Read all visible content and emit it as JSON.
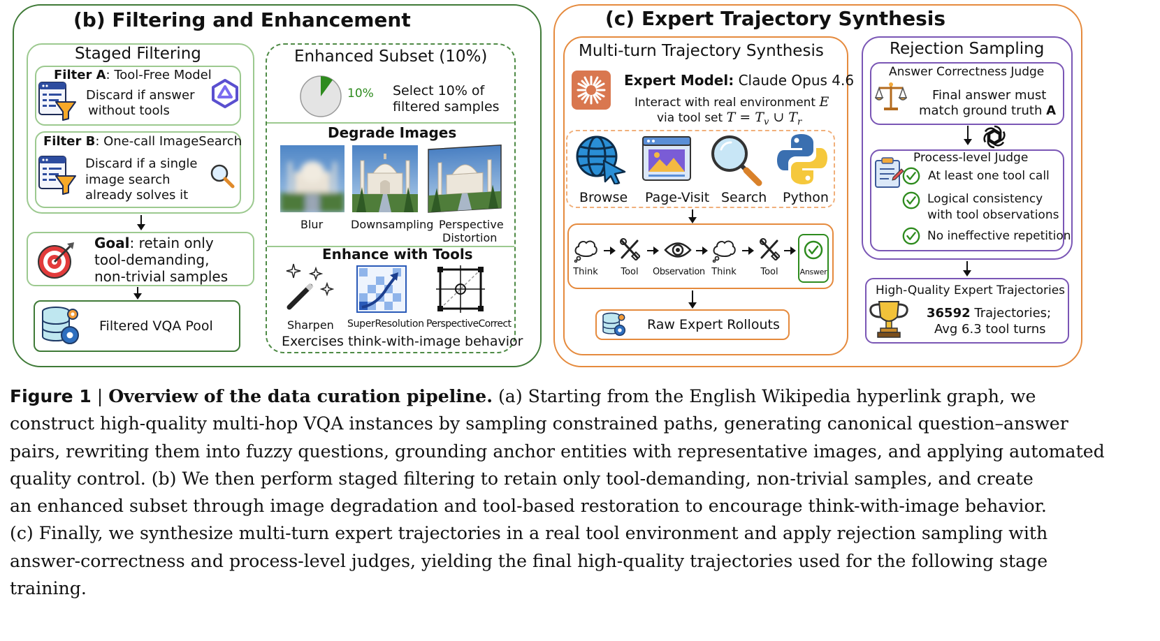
{
  "panel_b": {
    "title": "(b) Filtering and Enhancement",
    "staged": {
      "title": "Staged Filtering",
      "filter_a": {
        "label": "Filter A",
        "text": ": Tool-Free Model",
        "line1": "Discard if answer",
        "line2": "without tools"
      },
      "filter_b": {
        "label": "Filter B",
        "text": ": One-call ImageSearch",
        "line1": "Discard if a single",
        "line2": "image search",
        "line3": "already solves it"
      },
      "goal": {
        "label": "Goal",
        "text": ": retain only",
        "line2": "tool-demanding,",
        "line3": "non-trivial samples"
      },
      "pool": "Filtered VQA Pool"
    },
    "enhanced": {
      "title": "Enhanced Subset (10%)",
      "pie_label": "10%",
      "pie_fraction": 0.1,
      "select_line1": "Select 10% of",
      "select_line2": "filtered samples",
      "degrade_title": "Degrade Images",
      "degrade_items": [
        "Blur",
        "Downsampling",
        "Perspective",
        "Distortion"
      ],
      "enhance_title": "Enhance with Tools",
      "enhance_items": [
        "Sharpen",
        "SuperResolution",
        "PerspectiveCorrect"
      ],
      "footer": "Exercises think-with-image behavior"
    }
  },
  "panel_c": {
    "title": "(c) Expert Trajectory Synthesis",
    "multi": {
      "title": "Multi-turn Trajectory Synthesis",
      "expert_label": "Expert Model:",
      "expert_value": " Claude Opus 4.6",
      "env_line1_a": "Interact with real environment ",
      "env_line1_b": "E",
      "env_line2_a": "via tool set ",
      "env_line2_b": "T = T",
      "env_line2_sub1": "v",
      "env_line2_c": " ∪ T",
      "env_line2_sub2": "r",
      "tools": [
        "Browse",
        "Page-Visit",
        "Search",
        "Python"
      ],
      "steps": [
        "Think",
        "Tool",
        "Observation",
        "Think",
        "Tool",
        "Answer"
      ],
      "raw": "Raw Expert Rollouts"
    },
    "rejection": {
      "title": "Rejection Sampling",
      "answer_judge": {
        "title": "Answer Correctness Judge",
        "line1": "Final answer must",
        "line2": "match ground truth ",
        "line2_bold": "A"
      },
      "process_judge": {
        "title": "Process-level Judge",
        "c1": "At least one tool call",
        "c2a": "Logical consistency",
        "c2b": "with tool observations",
        "c3": "No ineffective repetition"
      },
      "hq": {
        "title": "High-Quality Expert Trajectories",
        "count": "36592",
        "line1_rest": " Trajectories;",
        "line2": "Avg 6.3 tool turns"
      }
    }
  },
  "caption": {
    "label": "Figure 1",
    "sep": " | ",
    "title": "Overview of the data curation pipeline.",
    "l1": " (a) Starting from the English Wikipedia hyperlink graph, we",
    "l2": "construct high-quality multi-hop VQA instances by sampling constrained paths, generating canonical question–answer",
    "l3": "pairs, rewriting them into fuzzy questions, grounding anchor entities with representative images, and applying automated",
    "l4": "quality control.  (b) We then perform staged filtering to retain only tool-demanding, non-trivial samples, and create",
    "l5": "an enhanced subset through image degradation and tool-based restoration to encourage think-with-image behavior.",
    "l6": "(c) Finally, we synthesize multi-turn expert trajectories in a real tool environment and apply rejection sampling with",
    "l7": "answer-correctness and process-level judges, yielding the final high-quality trajectories used for the following stage",
    "l8": "training."
  },
  "colors": {
    "green": "#3f7a37",
    "orange": "#e58a3d",
    "purple": "#7a56b5",
    "pie_green": "#2e8b1e"
  }
}
